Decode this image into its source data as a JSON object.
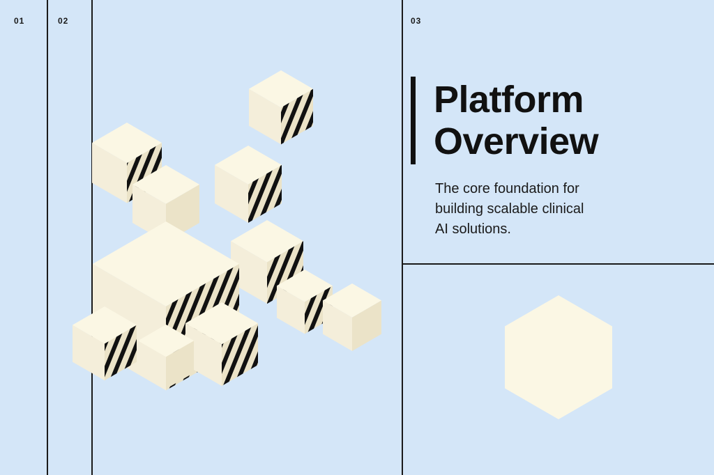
{
  "section_numbers": [
    "01",
    "02",
    "03"
  ],
  "title": {
    "line1": "Platform",
    "line2": "Overview"
  },
  "subtitle": {
    "line1": "The core foundation for",
    "line2": "building scalable clinical",
    "line3": "AI solutions."
  },
  "colors": {
    "background": "#d4e6f8",
    "lines": "#1a1a1a",
    "cube_top": "#fbf7e4",
    "cube_left": "#f4eeda",
    "cube_right": "#ebe3c8",
    "stripes": "#111111",
    "hexagon": "#fbf7e4"
  },
  "graphics": {
    "cube_cluster": "isometric-cube-cluster",
    "hexagon": "cream-hexagon"
  }
}
